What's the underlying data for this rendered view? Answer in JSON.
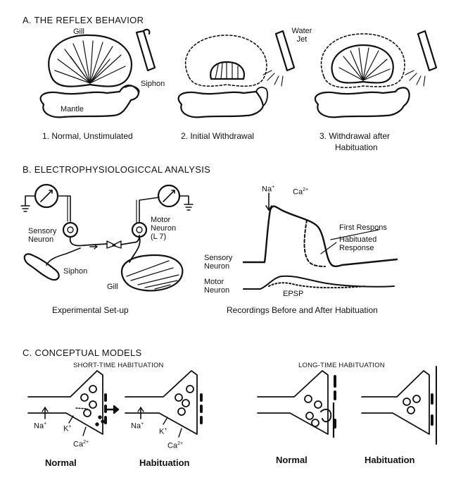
{
  "sectionA": {
    "title": "A. THE REFLEX BEHAVIOR",
    "labels": {
      "gill": "Gill",
      "siphon": "Siphon",
      "mantle": "Mantle",
      "water_jet": "Water\nJet"
    },
    "captions": [
      "1. Normal, Unstimulated",
      "2. Initial Withdrawal",
      "3. Withdrawal after",
      "Habituation"
    ]
  },
  "sectionB": {
    "title": "B. ELECTROPHYSIOLOGICCAL ANALYSIS",
    "setup": {
      "sensory_neuron": "Sensory\nNeuron",
      "motor_neuron": "Motor\nNeuron\n(L 7)",
      "siphon": "Siphon",
      "gill": "Gill",
      "caption": "Experimental Set-up"
    },
    "recordings": {
      "na": "Na",
      "na_sup": "+",
      "ca": "Ca",
      "ca_sup": "2+",
      "first_response": "First Respons",
      "habituated_response": "Habituated\nResponse",
      "sensory_neuron": "Sensory\nNeuron",
      "motor_neuron": "Motor\nNeuron",
      "epsp": "EPSP",
      "caption": "Recordings Before and After Habituation"
    }
  },
  "sectionC": {
    "title": "C. CONCEPTUAL MODELS",
    "short_title": "SHORT-TIME  HABITUATION",
    "long_title": "LONG-TIME  HABITUATION",
    "ions": {
      "na": "Na",
      "na_sup": "+",
      "k": "K",
      "k_sup": "+",
      "ca": "Ca",
      "ca_sup": "2+"
    },
    "captions": {
      "normal1": "Normal",
      "habituation1": "Habituation",
      "normal2": "Normal",
      "habituation2": "Habituation"
    }
  }
}
